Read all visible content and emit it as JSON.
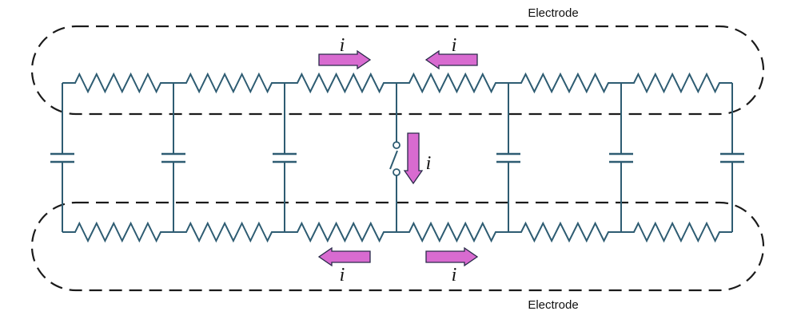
{
  "labels": {
    "electrode_top": "Electrode",
    "electrode_bottom": "Electrode"
  },
  "current_symbol": "i",
  "colors": {
    "wire": "#2e5c72",
    "electrode_outline": "#1a1a1a",
    "arrow_fill": "#d86bd0",
    "arrow_stroke": "#2a2a4a"
  },
  "circuit": {
    "resistors_per_rail": 6,
    "capacitor_branches": 6,
    "switch_branches": 1,
    "current_arrows": [
      {
        "rail": "top",
        "direction": "right"
      },
      {
        "rail": "top",
        "direction": "left"
      },
      {
        "rail": "middle",
        "direction": "down"
      },
      {
        "rail": "bottom",
        "direction": "left"
      },
      {
        "rail": "bottom",
        "direction": "right"
      }
    ]
  }
}
